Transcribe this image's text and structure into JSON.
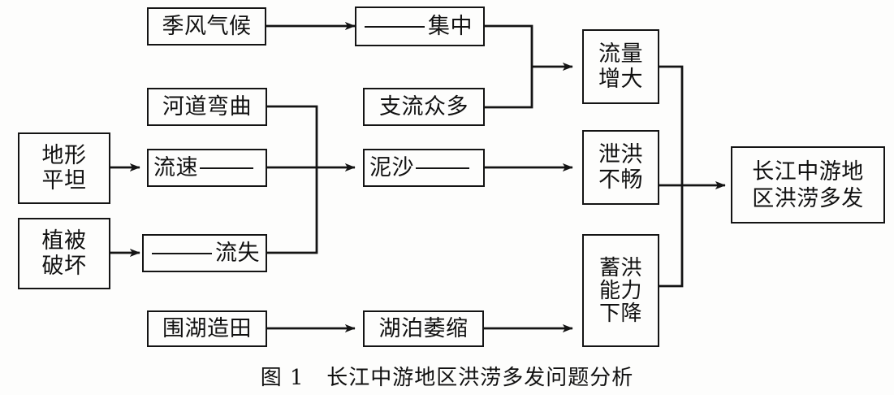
{
  "figure": {
    "caption": "图 1   长江中游地区洪涝多发问题分析",
    "title": "长江中游地区洪涝多发问题分析",
    "figure_number": "图 1",
    "type": "flowchart",
    "orientation": "left-to-right",
    "line_color": "#141414",
    "box_fill": "#fdfdfc",
    "text_color": "#111111"
  },
  "nodes": {
    "monsoon_climate": {
      "label": "季风气候",
      "lines": [
        "季风气候"
      ]
    },
    "concentrated": {
      "label": "___集中",
      "pre_blank": true,
      "lines": [
        "集中"
      ]
    },
    "many_tributaries": {
      "label": "支流众多",
      "lines": [
        "支流众多"
      ]
    },
    "winding_channel": {
      "label": "河道弯曲",
      "lines": [
        "河道弯曲"
      ]
    },
    "flat_terrain": {
      "label": "地形平坦",
      "lines": [
        "地形",
        "平坦"
      ]
    },
    "flow_speed": {
      "label": "流速___",
      "post_blank": true,
      "lines": [
        "流速"
      ]
    },
    "vegetation_damage": {
      "label": "植被破坏",
      "lines": [
        "植被",
        "破坏"
      ]
    },
    "soil_loss": {
      "label": "___流失",
      "pre_blank": true,
      "lines": [
        "流失"
      ]
    },
    "sediment": {
      "label": "泥沙___",
      "post_blank": true,
      "lines": [
        "泥沙"
      ]
    },
    "lake_reclamation": {
      "label": "围湖造田",
      "lines": [
        "围湖造田"
      ]
    },
    "lake_shrinkage": {
      "label": "湖泊萎缩",
      "lines": [
        "湖泊萎缩"
      ]
    },
    "discharge_increase": {
      "label": "流量增大",
      "lines": [
        "流量",
        "增大"
      ]
    },
    "poor_drainage": {
      "label": "泄洪不畅",
      "lines": [
        "泄洪",
        "不畅"
      ]
    },
    "storage_decline": {
      "label": "蓄洪能力下降",
      "lines": [
        "蓄洪",
        "能力",
        "下降"
      ]
    },
    "outcome": {
      "label": "长江中游地区洪涝多发",
      "lines": [
        "长江中游地",
        "区洪涝多发"
      ]
    }
  },
  "edges": [
    {
      "from": "monsoon_climate",
      "to": "concentrated",
      "arrow": true
    },
    {
      "from": "concentrated",
      "to": "discharge_increase",
      "arrow": true,
      "merged": true
    },
    {
      "from": "many_tributaries",
      "to": "discharge_increase",
      "arrow": true,
      "merged": true
    },
    {
      "from": "flat_terrain",
      "to": "flow_speed",
      "arrow": true
    },
    {
      "from": "vegetation_damage",
      "to": "soil_loss",
      "arrow": true
    },
    {
      "from": "winding_channel",
      "to": "sediment",
      "arrow": true,
      "merged": true
    },
    {
      "from": "flow_speed",
      "to": "sediment",
      "arrow": true,
      "merged": true
    },
    {
      "from": "soil_loss",
      "to": "sediment",
      "arrow": true,
      "merged": true
    },
    {
      "from": "sediment",
      "to": "poor_drainage",
      "arrow": true
    },
    {
      "from": "lake_reclamation",
      "to": "lake_shrinkage",
      "arrow": true
    },
    {
      "from": "lake_shrinkage",
      "to": "storage_decline",
      "arrow": true
    },
    {
      "from": "discharge_increase",
      "to": "outcome",
      "arrow": true,
      "merged": true
    },
    {
      "from": "poor_drainage",
      "to": "outcome",
      "arrow": true,
      "merged": true
    },
    {
      "from": "storage_decline",
      "to": "outcome",
      "arrow": true,
      "merged": true
    }
  ]
}
